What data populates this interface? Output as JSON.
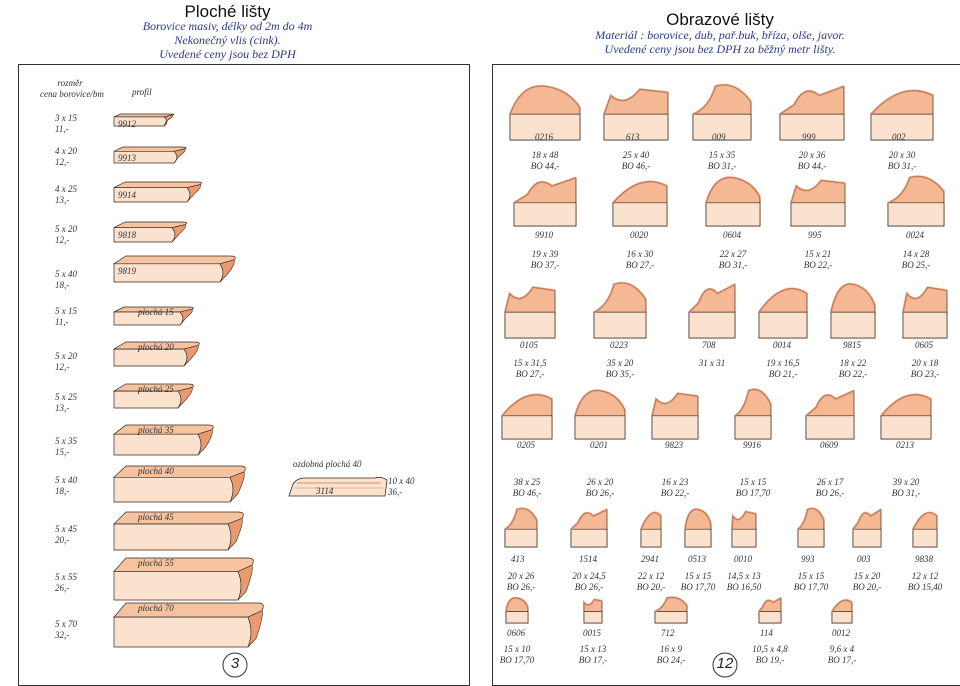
{
  "left": {
    "title": "Ploché lišty",
    "lines": [
      "Borovice masiv, délky od 2m do 4m",
      "Nekonečný vlis (cink).",
      "Uvedené ceny jsou bez DPH"
    ],
    "header_size": "rozměr",
    "header_price": "cena borovice/bm",
    "header_profile": "profil",
    "rows": [
      {
        "dim": "3 x 15",
        "price": "11,-",
        "label": "9912"
      },
      {
        "dim": "4 x 20",
        "price": "12,-",
        "label": "9913"
      },
      {
        "dim": "4 x 25",
        "price": "13,-",
        "label": "9914"
      },
      {
        "dim": "5 x 20",
        "price": "12,-",
        "label": "9818"
      },
      {
        "dim": "5 x 40",
        "price": "18,-",
        "label": "9819"
      },
      {
        "dim": "5 x 15",
        "price": "11,-",
        "label": "plochá 15"
      },
      {
        "dim": "5 x 20",
        "price": "12,-",
        "label": "plochá 20"
      },
      {
        "dim": "5 x 25",
        "price": "13,-",
        "label": "plochá 25"
      },
      {
        "dim": "5 x 35",
        "price": "15,-",
        "label": "plochá 35"
      },
      {
        "dim": "5 x 40",
        "price": "18,-",
        "label": "plochá 40"
      },
      {
        "dim": "5 x 45",
        "price": "20,-",
        "label": "plochá 45"
      },
      {
        "dim": "5 x 55",
        "price": "26,-",
        "label": "plochá 55"
      },
      {
        "dim": "5 x 70",
        "price": "32,-",
        "label": "plochá 70"
      }
    ],
    "decor": {
      "caption": "ozdobná plochá 40",
      "code": "3114",
      "dim": "10 x 40",
      "price": "36,-"
    },
    "page_number": "3"
  },
  "right": {
    "title": "Obrazové lišty",
    "lines": [
      "Materiál : borovice, dub, pař.buk, bříza, olše, javor.",
      "Uvedené ceny jsou bez DPH za běžný metr lišty."
    ],
    "rows": [
      [
        {
          "code": "0216",
          "dim": "18 x 48",
          "price": "BO 44,-"
        },
        {
          "code": "613",
          "dim": "25 x 40",
          "price": "BO 46,-"
        },
        {
          "code": "009",
          "dim": "15 x 35",
          "price": "BO 31,-"
        },
        {
          "code": "999",
          "dim": "20 x 36",
          "price": "BO 44,-"
        },
        {
          "code": "002",
          "dim": "20 x 30",
          "price": "BO 31,-"
        }
      ],
      [
        {
          "code": "9910",
          "dim": "19 x 39",
          "price": "BO 37,-"
        },
        {
          "code": "0020",
          "dim": "16 x 30",
          "price": "BO 27,-"
        },
        {
          "code": "0604",
          "dim": "22 x 27",
          "price": "BO 31,-"
        },
        {
          "code": "995",
          "dim": "15 x 21",
          "price": "BO 22,-"
        },
        {
          "code": "0024",
          "dim": "14 x 28",
          "price": "BO 25,-"
        }
      ],
      [
        {
          "code": "0105",
          "dim": "15 x 31,5",
          "price": "BO 27,-"
        },
        {
          "code": "0223",
          "dim": "35 x 20",
          "price": "BO 35,-"
        },
        {
          "code": "708",
          "dim": "31 x 31",
          "price": ""
        },
        {
          "code": "0014",
          "dim": "19 x 16,5",
          "price": "BO 21,-"
        },
        {
          "code": "9815",
          "dim": "18 x 22",
          "price": "BO 22,-"
        },
        {
          "code": "0605",
          "dim": "20 x 18",
          "price": "BO 23,-"
        }
      ],
      [
        {
          "code": "0205",
          "dim": "38 x 25",
          "price": "BO 46,-"
        },
        {
          "code": "0201",
          "dim": "26 x 20",
          "price": "BO 26,-"
        },
        {
          "code": "9823",
          "dim": "16 x 23",
          "price": "BO 22,-"
        },
        {
          "code": "9916",
          "dim": "15 x 15",
          "price": "BO 17,70"
        },
        {
          "code": "0609",
          "dim": "26 x 17",
          "price": "BO 26,-"
        },
        {
          "code": "0213",
          "dim": "39 x 20",
          "price": "BO 31,-"
        }
      ],
      [
        {
          "code": "413",
          "dim": "20 x 26",
          "price": "BO 26,-"
        },
        {
          "code": "1514",
          "dim": "20 x 24,5",
          "price": "BO 26,-"
        },
        {
          "code": "2941",
          "dim": "22 x 12",
          "price": "BO 20,-"
        },
        {
          "code": "0513",
          "dim": "15 x 15",
          "price": "BO 17,70"
        },
        {
          "code": "0010",
          "dim": "14,5 x 13",
          "price": "BO 16,50"
        },
        {
          "code": "993",
          "dim": "15 x 15",
          "price": "BO 17,70"
        },
        {
          "code": "003",
          "dim": "15 x 20",
          "price": "BO 20,-"
        },
        {
          "code": "9838",
          "dim": "12 x 12",
          "price": "BO 15,40"
        }
      ],
      [
        {
          "code": "0606",
          "dim": "15 x 10",
          "price": "BO 17,70"
        },
        {
          "code": "0015",
          "dim": "15 x 13",
          "price": "BO 17,-"
        },
        {
          "code": "712",
          "dim": "16 x 9",
          "price": "BO 24,-"
        },
        {
          "code": "114",
          "dim": "10,5 x 4,8",
          "price": "BO 19,-"
        },
        {
          "code": "0012",
          "dim": "9,6 x 4",
          "price": "BO 17,-"
        }
      ]
    ],
    "page_number": "12"
  },
  "colors": {
    "wood_light": "#fbe2cf",
    "wood_mid": "#f4b894",
    "wood_dark": "#e08a60",
    "outline": "#3a2a20",
    "accent_text": "#2a3a8a"
  }
}
